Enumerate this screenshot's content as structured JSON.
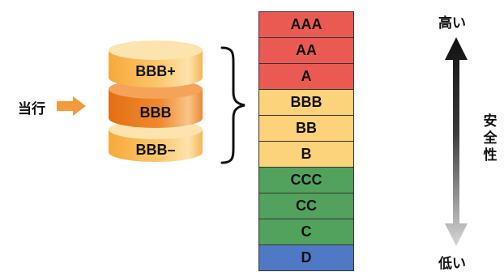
{
  "current_label": "当行",
  "disks": [
    {
      "label": "BBB+",
      "color": "#f9b84a"
    },
    {
      "label": "BBB",
      "color": "#ec7d1f"
    },
    {
      "label": "BBB–",
      "color": "#f9b84a"
    }
  ],
  "ratings": [
    {
      "label": "AAA",
      "color": "#ea5a52"
    },
    {
      "label": "AA",
      "color": "#ea5a52"
    },
    {
      "label": "A",
      "color": "#ea5a52"
    },
    {
      "label": "BBB",
      "color": "#fcd27a"
    },
    {
      "label": "BB",
      "color": "#fcd27a"
    },
    {
      "label": "B",
      "color": "#fcd27a"
    },
    {
      "label": "CCC",
      "color": "#52a25e"
    },
    {
      "label": "CC",
      "color": "#52a25e"
    },
    {
      "label": "C",
      "color": "#52a25e"
    },
    {
      "label": "D",
      "color": "#4f79c4"
    }
  ],
  "scale": {
    "high": "高い",
    "low": "低い",
    "axis": "安全性"
  },
  "colors": {
    "arrow_orange": "#f39a3a",
    "arrow_dark": "#111111",
    "arrow_light": "#d6d6d6"
  }
}
